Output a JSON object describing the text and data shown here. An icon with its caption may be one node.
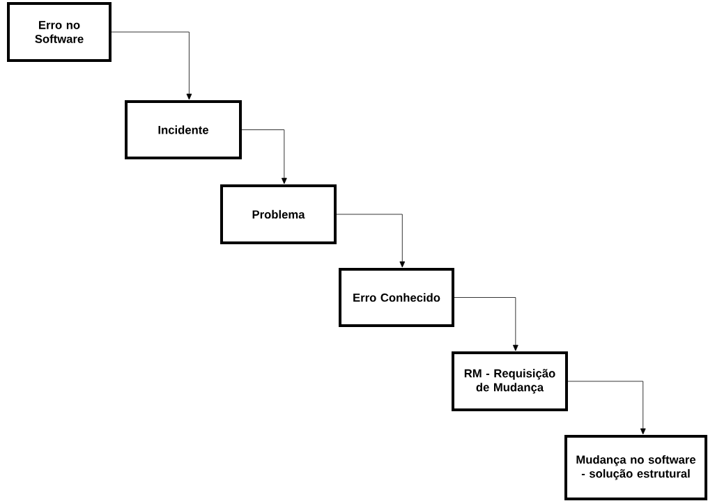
{
  "diagram": {
    "nodes": [
      {
        "text": [
          "Erro no Software"
        ]
      },
      {
        "text": [
          "Incidente"
        ]
      },
      {
        "text": [
          "Problema"
        ]
      },
      {
        "text": [
          "Erro Conhecido"
        ]
      },
      {
        "text": [
          "RM - Requisição de Mudança"
        ]
      },
      {
        "text": [
          "Mudança no software - solução estrutural"
        ]
      }
    ],
    "edges": [
      {
        "from": 0,
        "to": 1,
        "arrow": "to"
      },
      {
        "from": 1,
        "to": 2,
        "arrow": "to"
      },
      {
        "from": 2,
        "to": 3,
        "arrow": "to"
      },
      {
        "from": 3,
        "to": 4,
        "arrow": "to"
      },
      {
        "from": 4,
        "to": 5,
        "arrow": "to"
      }
    ]
  }
}
